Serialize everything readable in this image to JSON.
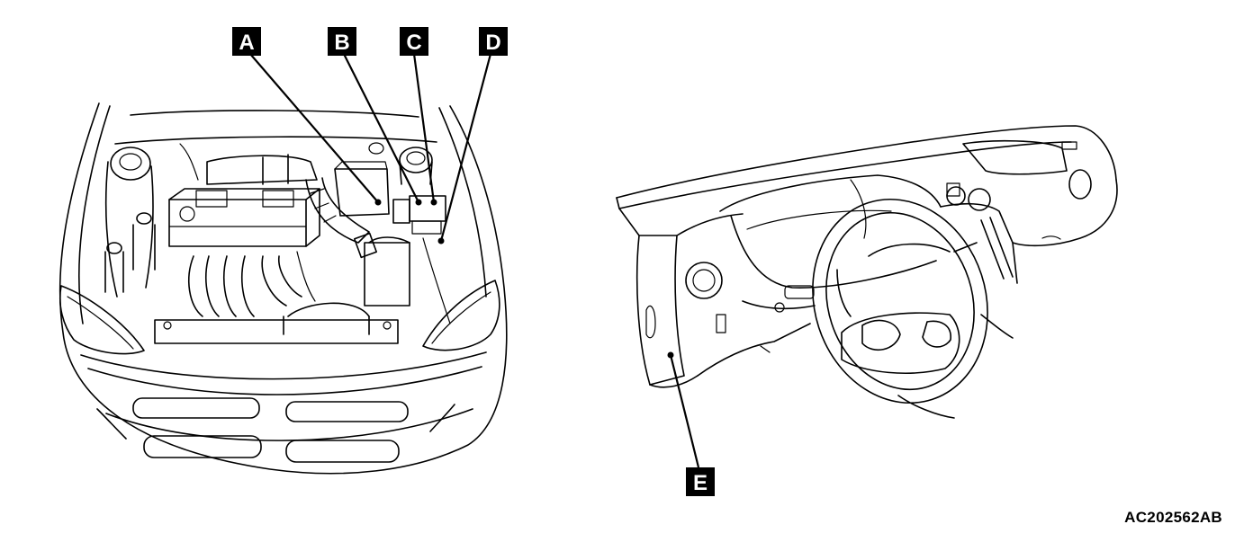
{
  "figure": {
    "reference_code": "AC202562AB",
    "callouts": [
      {
        "id": "A",
        "label": "A"
      },
      {
        "id": "B",
        "label": "B"
      },
      {
        "id": "C",
        "label": "C"
      },
      {
        "id": "D",
        "label": "D"
      },
      {
        "id": "E",
        "label": "E"
      }
    ],
    "views": [
      "engine-compartment",
      "instrument-panel"
    ],
    "colors": {
      "line": "#000000",
      "background": "#ffffff",
      "callout_text": "#ffffff"
    }
  }
}
